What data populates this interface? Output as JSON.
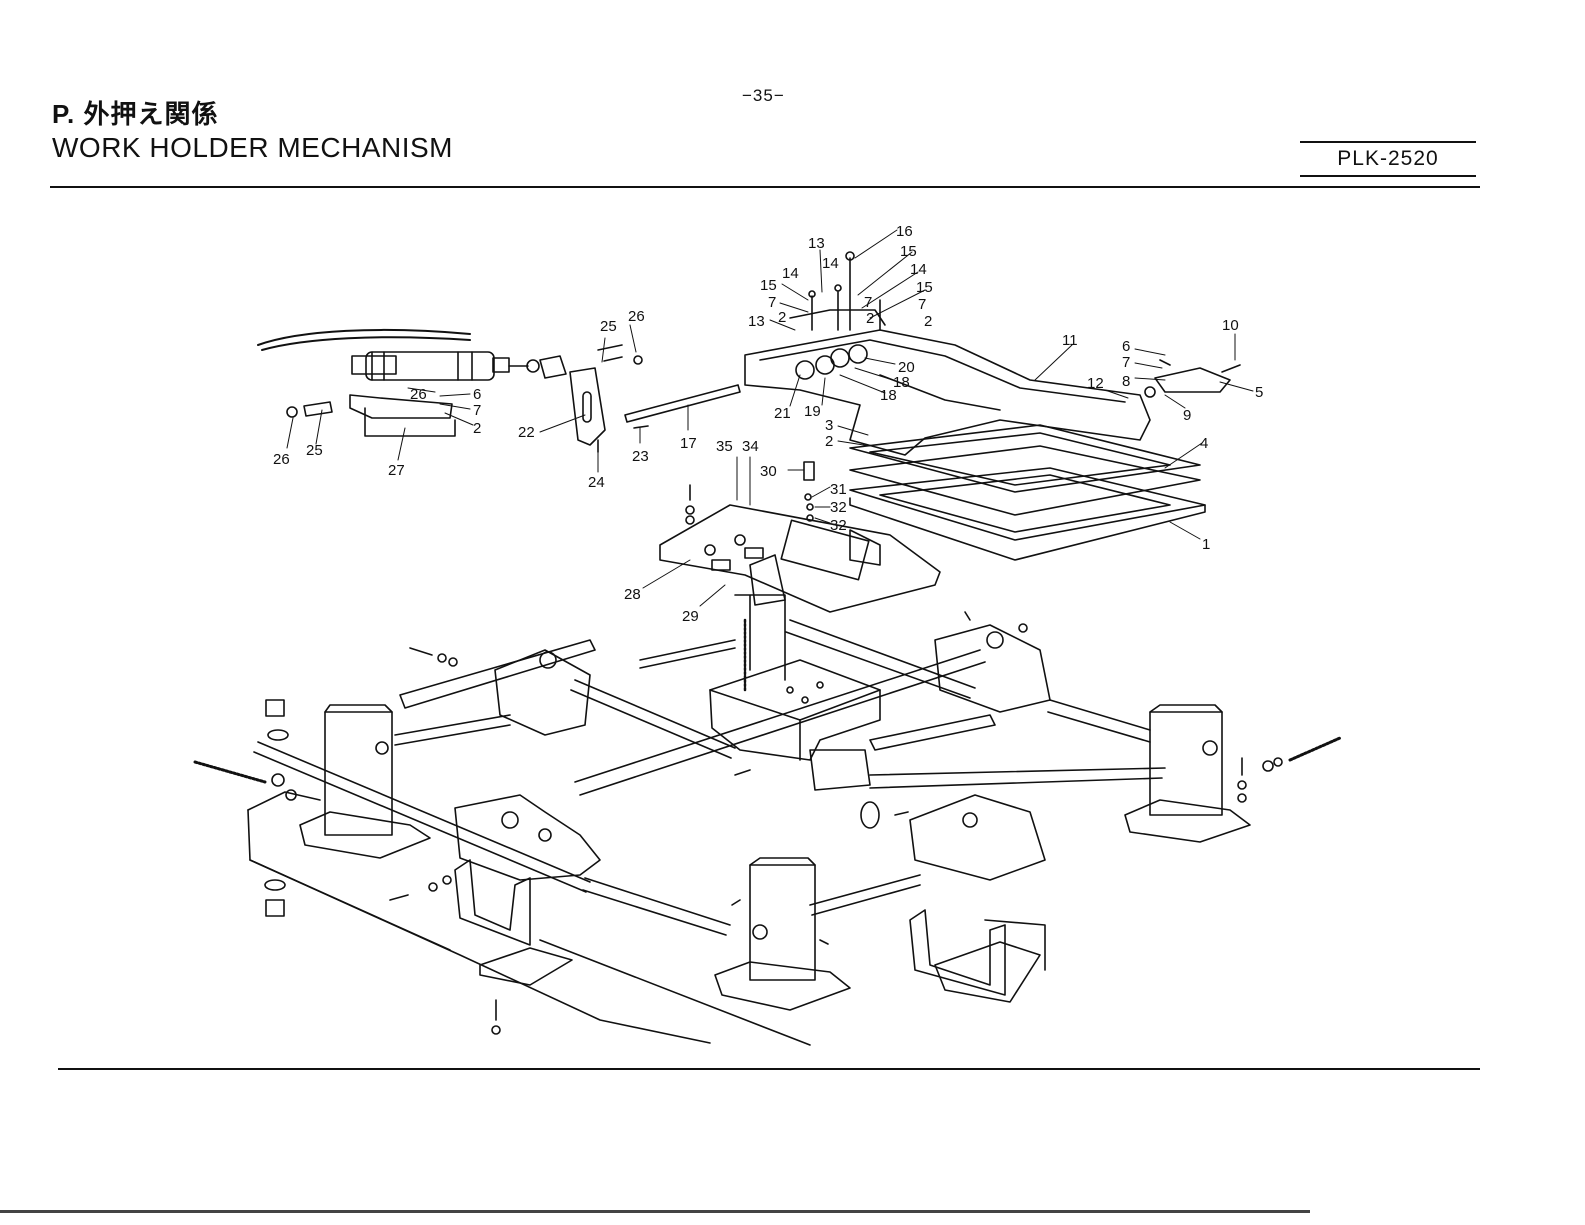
{
  "page": {
    "number": "−35−"
  },
  "header": {
    "title_jp": "P. 外押え関係",
    "title_en": "WORK HOLDER MECHANISM",
    "model": "PLK-2520"
  },
  "callouts": [
    {
      "id": "c-16a",
      "text": "16"
    },
    {
      "id": "c-13a",
      "text": "13"
    },
    {
      "id": "c-15a",
      "text": "15"
    },
    {
      "id": "c-14a",
      "text": "14"
    },
    {
      "id": "c-14b",
      "text": "14"
    },
    {
      "id": "c-14c",
      "text": "14"
    },
    {
      "id": "c-15b",
      "text": "15"
    },
    {
      "id": "c-15c",
      "text": "15"
    },
    {
      "id": "c-7a",
      "text": "7"
    },
    {
      "id": "c-7b",
      "text": "7"
    },
    {
      "id": "c-7c",
      "text": "7"
    },
    {
      "id": "c-13b",
      "text": "13"
    },
    {
      "id": "c-2a",
      "text": "2"
    },
    {
      "id": "c-2b",
      "text": "2"
    },
    {
      "id": "c-2c",
      "text": "2"
    },
    {
      "id": "c-25a",
      "text": "25"
    },
    {
      "id": "c-26a",
      "text": "26"
    },
    {
      "id": "c-10",
      "text": "10"
    },
    {
      "id": "c-11",
      "text": "11"
    },
    {
      "id": "c-6a",
      "text": "6"
    },
    {
      "id": "c-7d",
      "text": "7"
    },
    {
      "id": "c-8",
      "text": "8"
    },
    {
      "id": "c-12",
      "text": "12"
    },
    {
      "id": "c-5",
      "text": "5"
    },
    {
      "id": "c-9",
      "text": "9"
    },
    {
      "id": "c-20",
      "text": "20"
    },
    {
      "id": "c-18a",
      "text": "18"
    },
    {
      "id": "c-18b",
      "text": "18"
    },
    {
      "id": "c-21",
      "text": "21"
    },
    {
      "id": "c-19",
      "text": "19"
    },
    {
      "id": "c-3",
      "text": "3"
    },
    {
      "id": "c-2d",
      "text": "2"
    },
    {
      "id": "c-4",
      "text": "4"
    },
    {
      "id": "c-26b",
      "text": "26"
    },
    {
      "id": "c-6b",
      "text": "6"
    },
    {
      "id": "c-7e",
      "text": "7"
    },
    {
      "id": "c-2e",
      "text": "2"
    },
    {
      "id": "c-26c",
      "text": "26"
    },
    {
      "id": "c-25b",
      "text": "25"
    },
    {
      "id": "c-27",
      "text": "27"
    },
    {
      "id": "c-22",
      "text": "22"
    },
    {
      "id": "c-23",
      "text": "23"
    },
    {
      "id": "c-24",
      "text": "24"
    },
    {
      "id": "c-17",
      "text": "17"
    },
    {
      "id": "c-35",
      "text": "35"
    },
    {
      "id": "c-34",
      "text": "34"
    },
    {
      "id": "c-30",
      "text": "30"
    },
    {
      "id": "c-31",
      "text": "31"
    },
    {
      "id": "c-32a",
      "text": "32"
    },
    {
      "id": "c-32b",
      "text": "32"
    },
    {
      "id": "c-1",
      "text": "1"
    },
    {
      "id": "c-28",
      "text": "28"
    },
    {
      "id": "c-29",
      "text": "29"
    }
  ]
}
